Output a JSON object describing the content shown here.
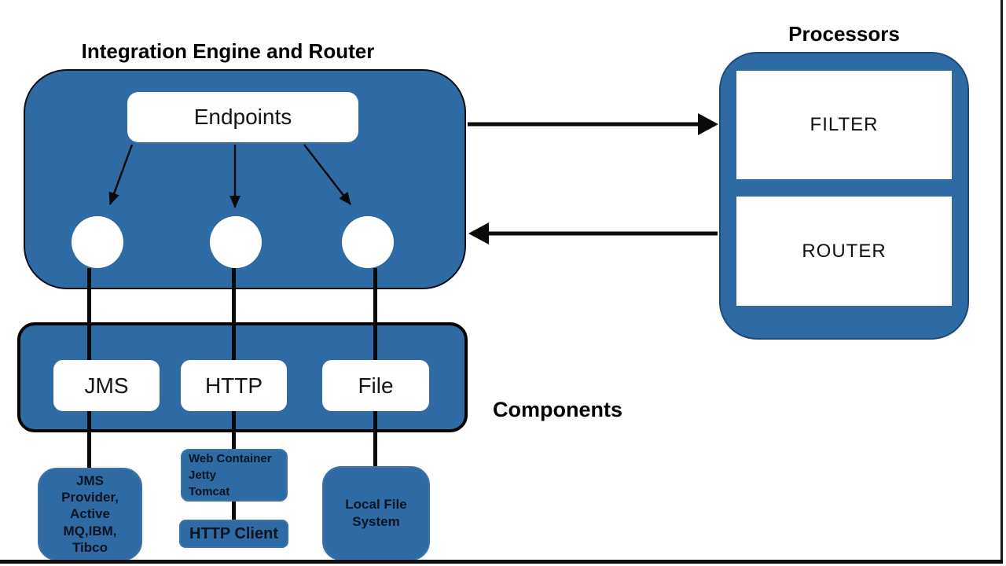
{
  "colors": {
    "node_blue": "#2e6ba5",
    "outline_black": "#000000",
    "node_white": "#ffffff"
  },
  "engine": {
    "title": "Integration Engine and Router",
    "endpoints_label": "Endpoints"
  },
  "processors": {
    "title": "Processors",
    "filter_label": "FILTER",
    "router_label": "ROUTER"
  },
  "components": {
    "title": "Components",
    "labels": [
      "JMS",
      "HTTP",
      "File"
    ]
  },
  "externals": {
    "jms_provider": "JMS\nProvider,\nActive\nMQ,IBM,\nTibco",
    "web_container": "Web Container\nJetty\nTomcat",
    "http_client": "HTTP Client",
    "local_file": "Local File\nSystem"
  }
}
